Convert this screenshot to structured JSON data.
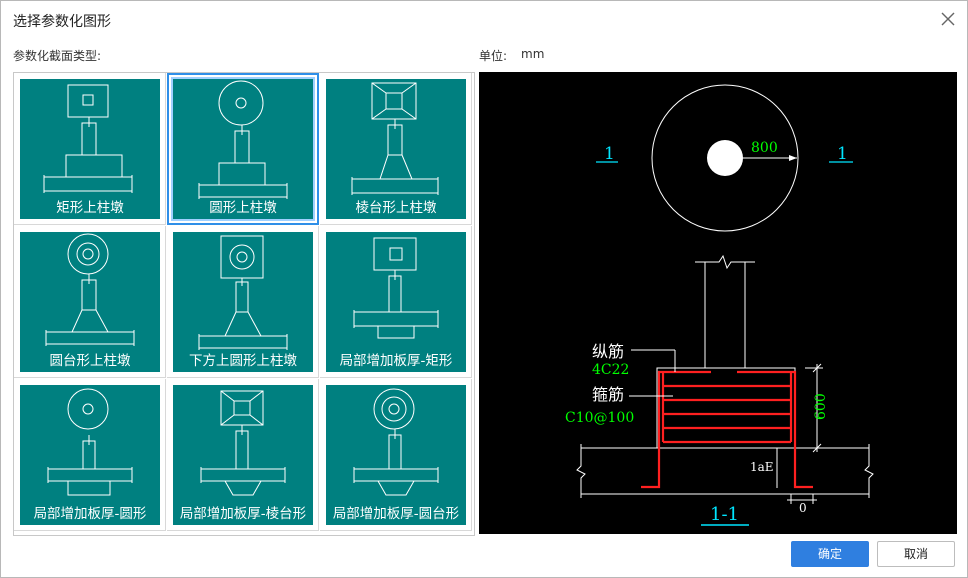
{
  "dialog": {
    "title": "选择参数化图形",
    "section_label": "参数化截面类型:",
    "unit_label": "单位:",
    "unit_value": "mm"
  },
  "shapes": [
    {
      "label": "矩形上柱墩",
      "selected": false
    },
    {
      "label": "圆形上柱墩",
      "selected": true
    },
    {
      "label": "棱台形上柱墩",
      "selected": false
    },
    {
      "label": "圆台形上柱墩",
      "selected": false
    },
    {
      "label": "下方上圆形上柱墩",
      "selected": false
    },
    {
      "label": "局部增加板厚-矩形",
      "selected": false
    },
    {
      "label": "局部增加板厚-圆形",
      "selected": false
    },
    {
      "label": "局部增加板厚-棱台形",
      "selected": false
    },
    {
      "label": "局部增加板厚-圆台形",
      "selected": false
    }
  ],
  "preview": {
    "section_mark_left": "1",
    "section_mark_right": "1",
    "radius_dim": "800",
    "longitudinal_label": "纵筋",
    "longitudinal_value": "4C22",
    "stirrup_label": "箍筋",
    "stirrup_value": "C10@100",
    "height_dim": "600",
    "anchor_label": "1aE",
    "offset_dim": "0",
    "section_title": "1-1"
  },
  "buttons": {
    "ok": "确定",
    "cancel": "取消"
  },
  "colors": {
    "tile": "#008080",
    "primary": "#2f7fe0",
    "rebar": "#ff2020",
    "dim_text": "#00ff00",
    "mark_text": "#00e5ff"
  }
}
